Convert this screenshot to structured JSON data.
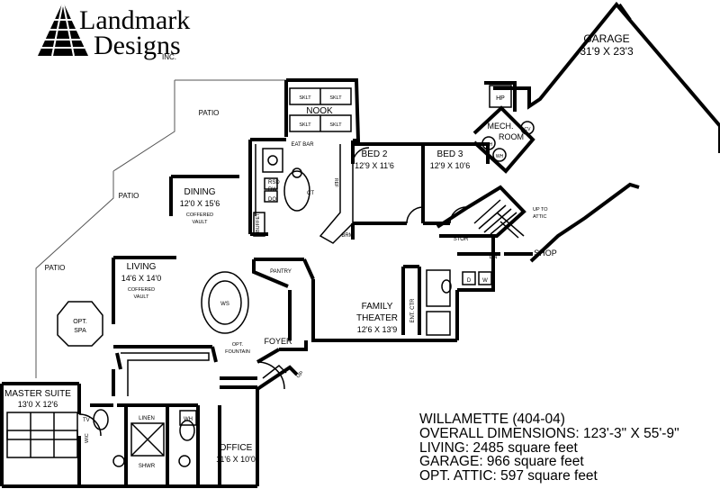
{
  "brand": {
    "line1": "Landmark",
    "line2": "Designs",
    "suffix": "INC."
  },
  "rooms": {
    "garage": {
      "name": "GARAGE",
      "dims": "31'9 X 23'3"
    },
    "hp": "HP",
    "mech": {
      "name": "MECH.",
      "name2": "ROOM",
      "cv": "CV",
      "wh1": "WH",
      "wh2": "WH"
    },
    "patio1": "PATIO",
    "patio2": "PATIO",
    "patio3": "PATIO",
    "nook": "NOOK",
    "sklt": "SKLT",
    "eat_bar": "EAT BAR",
    "rsd": "RSD",
    "dw": "DW",
    "do": "DO",
    "ct": "CT",
    "ref": "REF",
    "buffet": "BUFFET",
    "brm": "BRM",
    "dining": {
      "name": "DINING",
      "dims": "12'0 X 15'6",
      "note1": "COFFERED",
      "note2": "VAULT"
    },
    "bed2": {
      "name": "BED 2",
      "dims": "12'9 X 11'6"
    },
    "bed3": {
      "name": "BED 3",
      "dims": "12'9 X 10'6"
    },
    "stor": "STOR",
    "up_attic1": "UP TO",
    "up_attic2": "ATTIC",
    "dn": "DN",
    "shop": "SHOP",
    "d": "D",
    "w": "W",
    "living": {
      "name": "LIVING",
      "dims": "14'6 X 14'0",
      "note1": "COFFERED",
      "note2": "VAULT"
    },
    "pantry": "PANTRY",
    "ws": "WS",
    "spa1": "OPT.",
    "spa2": "SPA",
    "fountain1": "OPT.",
    "fountain2": "FOUNTAIN",
    "foyer": "FOYER",
    "up": "UP",
    "ent_ctr": "ENT. CTR",
    "family": {
      "name1": "FAMILY",
      "name2": "THEATER",
      "dims": "12'6 X 13'9"
    },
    "master": {
      "name": "MASTER SUITE",
      "dims": "13'0 X 12'6"
    },
    "tv": "TV",
    "wic": "WIC",
    "linen": "LINEN",
    "whirl": "WH",
    "shwr": "SHWR",
    "office": {
      "name": "OFFICE",
      "dims": "11'6 X 10'0"
    }
  },
  "info": {
    "name": "WILLAMETTE (404-04)",
    "overall": "OVERALL DIMENSIONS: 123'-3\" X 55'-9\"",
    "living": "LIVING:  2485 square feet",
    "garage": "GARAGE:  966 square feet",
    "attic": "OPT. ATTIC: 597 square feet"
  }
}
